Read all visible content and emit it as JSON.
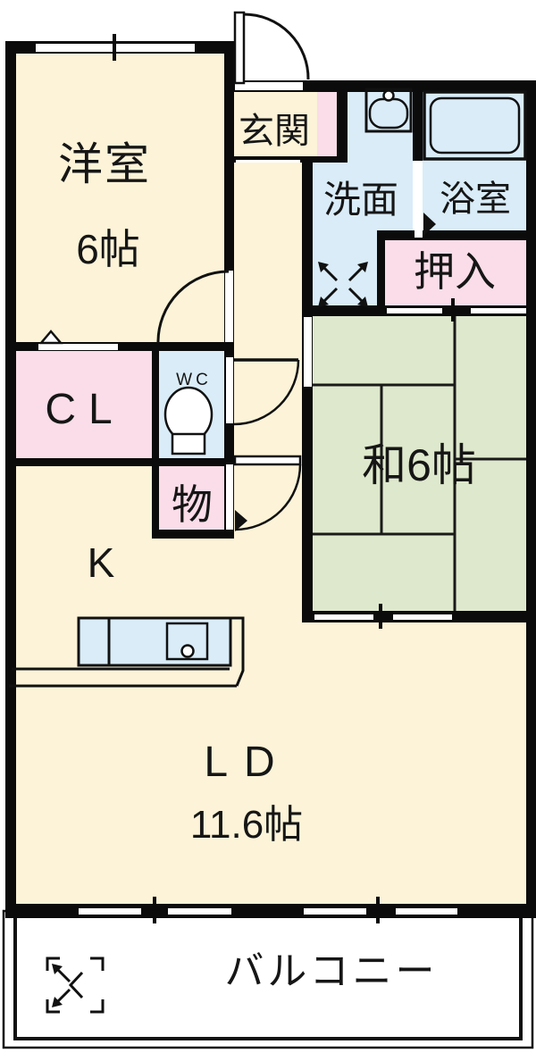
{
  "rooms": {
    "western": {
      "label": "洋室",
      "size": "6帖"
    },
    "entrance": {
      "label": "玄関"
    },
    "washroom": {
      "label": "洗面"
    },
    "bathroom": {
      "label": "浴室"
    },
    "oshiire": {
      "label": "押入"
    },
    "japanese": {
      "label": "和6帖"
    },
    "closet": {
      "label": "CL"
    },
    "wc": {
      "label": "WC"
    },
    "storage": {
      "label": "物"
    },
    "kitchen": {
      "label": "K"
    },
    "living_dining": {
      "label": "LD",
      "size": "11.6帖"
    },
    "balcony": {
      "label": "バルコニー"
    }
  },
  "icons": {
    "bathtub": "bathtub-icon",
    "sink": "washbasin-icon",
    "toilet": "toilet-icon",
    "kitchen_counter": "kitchen-counter-icon",
    "washer_space": "washing-machine-space-icon",
    "balcony_washer_space": "washing-machine-space-icon",
    "entrance_door": "entrance-door-swing-icon"
  },
  "colors": {
    "room_cream": "#FCF3D8",
    "wet_area_blue": "#D9ECF8",
    "closet_pink": "#FADDE8",
    "tatami_green": "#DEE8CC",
    "wall_black": "#0B0B0B",
    "background": "#FFFFFF"
  }
}
